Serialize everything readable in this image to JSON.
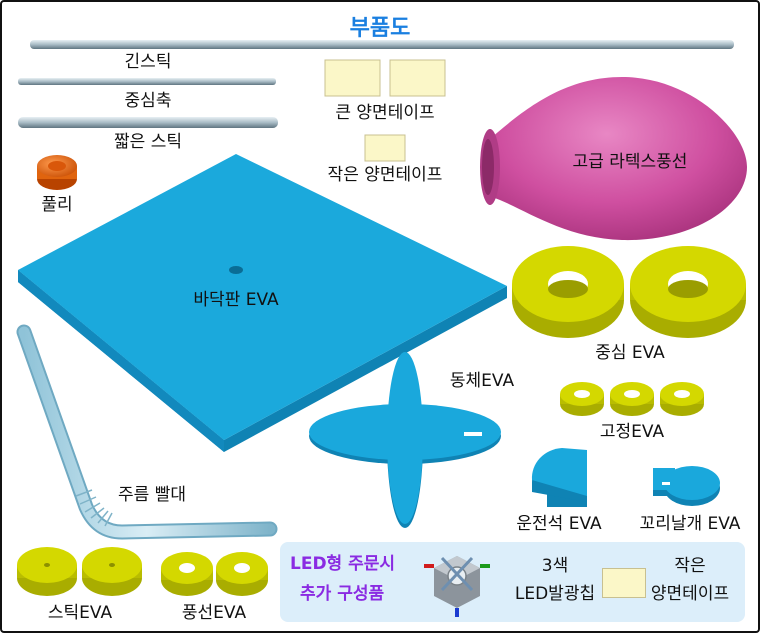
{
  "title": "부품도",
  "parts": {
    "long_stick": "긴스틱",
    "center_axis": "중심축",
    "short_stick": "짧은 스틱",
    "pulley": "풀리",
    "big_tape": "큰 양면테이프",
    "small_tape": "작은 양면테이프",
    "balloon": "고급 라텍스풍선",
    "base_eva": "바닥판 EVA",
    "center_eva": "중심 EVA",
    "body_eva": "동체EVA",
    "fix_eva": "고정EVA",
    "straw": "주름 빨대",
    "cockpit_eva": "운전석 EVA",
    "tail_wing_eva": "꼬리날개 EVA",
    "stick_eva": "스틱EVA",
    "balloon_eva": "풍선EVA"
  },
  "led_option": {
    "heading_line1": "LED형 주문시",
    "heading_line2": "추가 구성품",
    "chip_line1": "3색",
    "chip_line2": "LED발광칩",
    "tape_line1": "작은",
    "tape_line2": "양면테이프"
  },
  "colors": {
    "title": "#1a7fe0",
    "eva_blue": "#1aa8dc",
    "eva_yellow": "#d4d800",
    "balloon_pink": "#cf4fa0",
    "tape": "#fbf7c8",
    "led_heading": "#8a2be2",
    "led_panel": "#dceefa"
  }
}
